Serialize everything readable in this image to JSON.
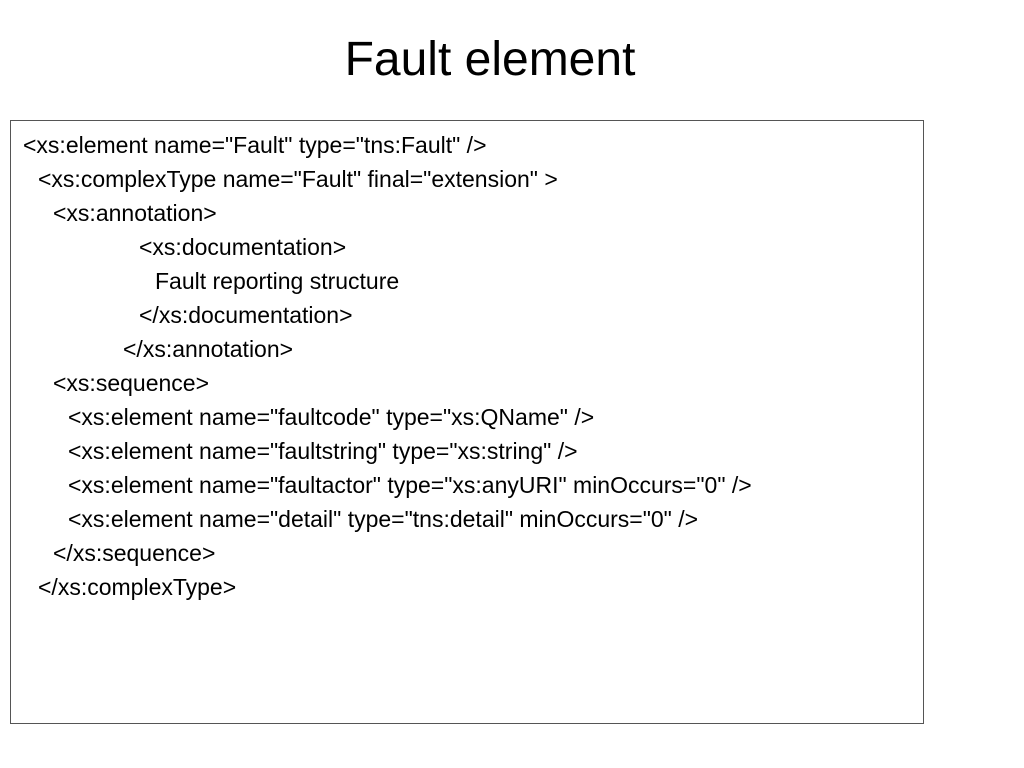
{
  "slide": {
    "title": "Fault element",
    "code_lines": [
      "<xs:element name=\"Fault\" type=\"tns:Fault\" />",
      "<xs:complexType name=\"Fault\" final=\"extension\" >",
      "<xs:annotation>",
      "<xs:documentation>",
      "Fault reporting structure",
      "</xs:documentation>",
      "</xs:annotation>",
      "<xs:sequence>",
      "<xs:element name=\"faultcode\" type=\"xs:QName\" />",
      "<xs:element name=\"faultstring\" type=\"xs:string\" />",
      "<xs:element name=\"faultactor\" type=\"xs:anyURI\" minOccurs=\"0\" />",
      "<xs:element name=\"detail\" type=\"tns:detail\" minOccurs=\"0\" />",
      "</xs:sequence>",
      "</xs:complexType>"
    ]
  }
}
